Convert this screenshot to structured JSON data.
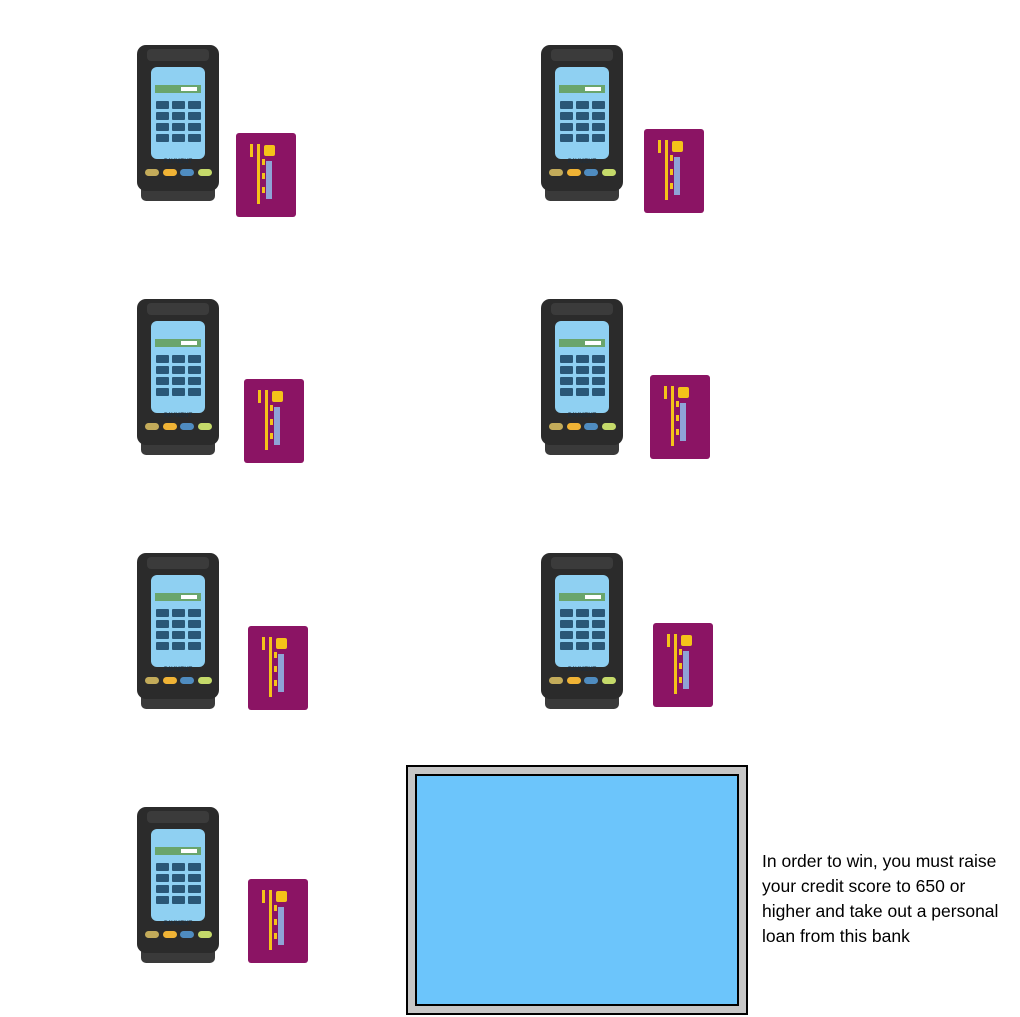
{
  "terminal_label": "PAYMENT",
  "stations": [
    {
      "id": 1,
      "terminal_icon": "payment-terminal-icon",
      "card_icon": "credit-card-icon"
    },
    {
      "id": 2,
      "terminal_icon": "payment-terminal-icon",
      "card_icon": "credit-card-icon"
    },
    {
      "id": 3,
      "terminal_icon": "payment-terminal-icon",
      "card_icon": "credit-card-icon"
    },
    {
      "id": 4,
      "terminal_icon": "payment-terminal-icon",
      "card_icon": "credit-card-icon"
    },
    {
      "id": 5,
      "terminal_icon": "payment-terminal-icon",
      "card_icon": "credit-card-icon"
    },
    {
      "id": 6,
      "terminal_icon": "payment-terminal-icon",
      "card_icon": "credit-card-icon"
    },
    {
      "id": 7,
      "terminal_icon": "payment-terminal-icon",
      "card_icon": "credit-card-icon"
    }
  ],
  "bank_panel": {
    "icon": "bank-monitor-icon"
  },
  "win_message": "In order to win, you must raise your credit score to 650 or higher and take out a personal loan from this bank",
  "colors": {
    "terminal_body": "#2b2b2b",
    "terminal_screen": "#8fd0f2",
    "card": "#8b1464",
    "card_stripe": "#f4c319",
    "monitor_screen": "#6cc5fb",
    "monitor_frame": "#c6c6c6"
  }
}
